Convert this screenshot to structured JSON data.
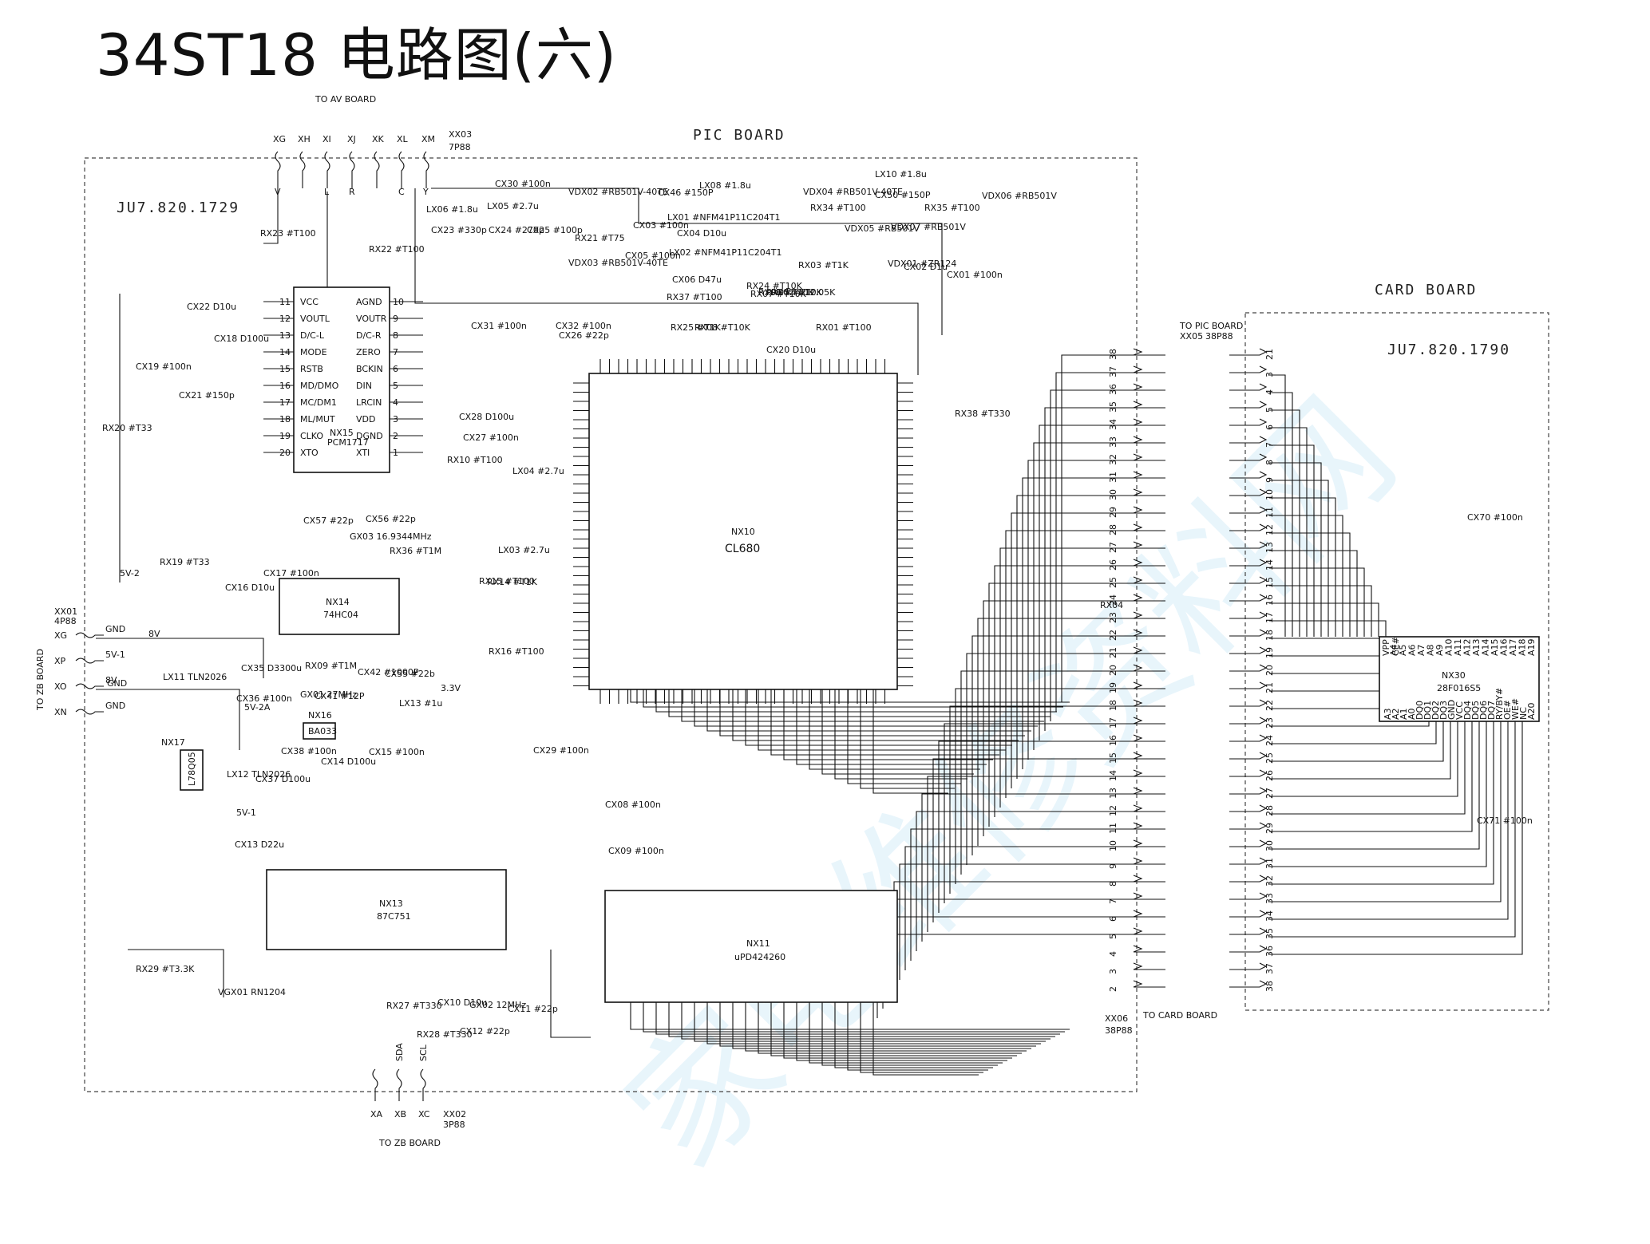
{
  "title": "34ST18 电路图(六)",
  "watermark": "家电维修资料网",
  "pic_board": {
    "title": "PIC BOARD",
    "code": "JU7.820.1729",
    "to_av_board": "TO AV BOARD",
    "to_zb_board_bottom": "TO ZB BOARD",
    "to_zb_board_left": "TO ZB BOARD",
    "to_card_board": "TO CARD BOARD",
    "connectors": {
      "xx03": {
        "ref": "XX03",
        "type": "7P88",
        "pins": [
          "XG",
          "XH",
          "XI",
          "XJ",
          "XK",
          "XL",
          "XM"
        ],
        "signals": [
          "V",
          "",
          "L",
          "R",
          "",
          "C",
          "Y"
        ]
      },
      "xx01": {
        "ref": "XX01",
        "type": "4P88",
        "pins": [
          "XG",
          "XP",
          "XO",
          "XN"
        ],
        "signals": [
          "GND",
          "5V-1",
          "8V",
          "GND"
        ]
      },
      "xx02": {
        "ref": "XX02",
        "type": "3P88",
        "pins": [
          "XA",
          "XB",
          "XC"
        ],
        "signals": [
          "",
          "SDA",
          "SCL"
        ]
      },
      "xx06": {
        "ref": "XX06",
        "type": "38P88"
      }
    },
    "chips": {
      "nx10": {
        "ref": "NX10",
        "part": "CL680"
      },
      "nx15": {
        "ref": "NX15",
        "part": "PCM1717",
        "pins_left": [
          {
            "n": "11",
            "s": "VCC"
          },
          {
            "n": "12",
            "s": "VOUTL"
          },
          {
            "n": "13",
            "s": "D/C-L"
          },
          {
            "n": "14",
            "s": "MODE"
          },
          {
            "n": "15",
            "s": "RSTB"
          },
          {
            "n": "16",
            "s": "MD/DMO"
          },
          {
            "n": "17",
            "s": "MC/DM1"
          },
          {
            "n": "18",
            "s": "ML/MUT"
          },
          {
            "n": "19",
            "s": "CLKO"
          },
          {
            "n": "20",
            "s": "XTO"
          }
        ],
        "pins_right": [
          {
            "n": "10",
            "s": "AGND"
          },
          {
            "n": "9",
            "s": "VOUTR"
          },
          {
            "n": "8",
            "s": "D/C-R"
          },
          {
            "n": "7",
            "s": "ZERO"
          },
          {
            "n": "6",
            "s": "BCKIN"
          },
          {
            "n": "5",
            "s": "DIN"
          },
          {
            "n": "4",
            "s": "LRCIN"
          },
          {
            "n": "3",
            "s": "VDD"
          },
          {
            "n": "2",
            "s": "DGND"
          },
          {
            "n": "1",
            "s": "XTI"
          }
        ]
      },
      "nx14": {
        "ref": "NX14",
        "part": "74HC04"
      },
      "nx13": {
        "ref": "NX13",
        "part": "87C751"
      },
      "nx11": {
        "ref": "NX11",
        "part": "uPD424260"
      },
      "nx16": {
        "ref": "NX16",
        "part": "BA033"
      },
      "nx17": {
        "ref": "NX17",
        "part": "L78Q05"
      }
    },
    "components": [
      "RX23 #T100",
      "RX22 #T100",
      "RX20 #T33",
      "RX19 #T33",
      "RX36 #T1M",
      "RX10 #T100",
      "RX14 #T1K",
      "RX15 #T100",
      "RX16 #T100",
      "RX09 #T1M",
      "RX29 #T3.3K",
      "RX27 #T330",
      "RX28 #T330",
      "RX21 #T75",
      "RX03 #T1K",
      "RX34 #T100",
      "RX35 #T100",
      "RX37 #T100",
      "RX25 #T1K",
      "RX08 #T10K",
      "RX24 #T10K",
      "RX07 #T10K",
      "RX06 #T10K",
      "RX05 #T10K",
      "RX02 #T2.05K",
      "RX01 #T100",
      "RX38 #T330",
      "RX04",
      "CX20 D10u",
      "CX22 D10u",
      "CX18 D100u",
      "CX19 #100n",
      "CX21 #150p",
      "CX23 #330p",
      "CX24 #270p",
      "CX25 #100p",
      "CX30 #100n",
      "CX31 #100n",
      "CX32 #100n",
      "CX26 #22p",
      "CX28 D100u",
      "CX27 #100n",
      "CX57 #22p",
      "CX56 #22p",
      "CX17 #100n",
      "CX16 D10u",
      "CX35 D3300u",
      "CX36 #100n",
      "CX41 #12P",
      "CX42 #1000P",
      "CX55 #22b",
      "CX38 #100n",
      "CX37 D100u",
      "CX14 D100u",
      "CX15 #100n",
      "CX13 D22u",
      "CX10 D10u",
      "CX11 #22p",
      "CX12 #22p",
      "CX29 #100n",
      "CX08 #100n",
      "CX09 #100n",
      "CX46 #150P",
      "CX03 #100n",
      "CX04 D10u",
      "CX05 #100n",
      "CX06 D47u",
      "CX50 #150P",
      "CX02 D1u",
      "CX01 #100n",
      "LX06 #1.8u",
      "LX05 #2.7u",
      "LX08 #1.8u",
      "LX10 #1.8u",
      "LX04 #2.7u",
      "LX03 #2.7u",
      "LX11 TLN2026",
      "LX12 TLN2026",
      "LX13 #1u",
      "LX01 #NFM41P11C204T1",
      "LX02 #NFM41P11C204T1",
      "VDX02 #RB501V-40TE",
      "VDX03 #RB501V-40TE",
      "VDX04 #RB501V-40TE",
      "VDX05 #RB501V",
      "VDX06 #RB501V",
      "VDX07 #RB501V",
      "VDX01 #ZR124",
      "GX01 27MHz",
      "GX02 12MHz",
      "GX03 16.9344MHz",
      "VGX01 RN1204"
    ],
    "rails": [
      "5V-2",
      "5V-1",
      "5V-2A",
      "3.3V",
      "8V",
      "GND"
    ]
  },
  "card_board": {
    "title": "CARD BOARD",
    "code": "JU7.820.1790",
    "to_pic_board": "TO PIC BOARD",
    "connector": {
      "ref": "XX05",
      "type": "38P88"
    },
    "chip": {
      "ref": "NX30",
      "part": "28F016S5",
      "pins_top": [
        "A19",
        "A18",
        "A17",
        "A16",
        "A15",
        "A14",
        "A13",
        "A12",
        "A11",
        "A10",
        "A9",
        "A8",
        "A7",
        "A6",
        "A5",
        "A4"
      ],
      "pins_bottom": [
        "A20",
        "NC",
        "WE#",
        "OE#",
        "RY/BY#",
        "DQ7",
        "DQ6",
        "DQ5",
        "DQ4",
        "VCC",
        "GND",
        "DQ3",
        "DQ2",
        "DQ1",
        "DQ0",
        "A0",
        "A1",
        "A2",
        "A3"
      ],
      "extra": [
        "VPP",
        "CE#"
      ]
    },
    "components": [
      "CX70 #100n",
      "CX71 #100n"
    ]
  }
}
